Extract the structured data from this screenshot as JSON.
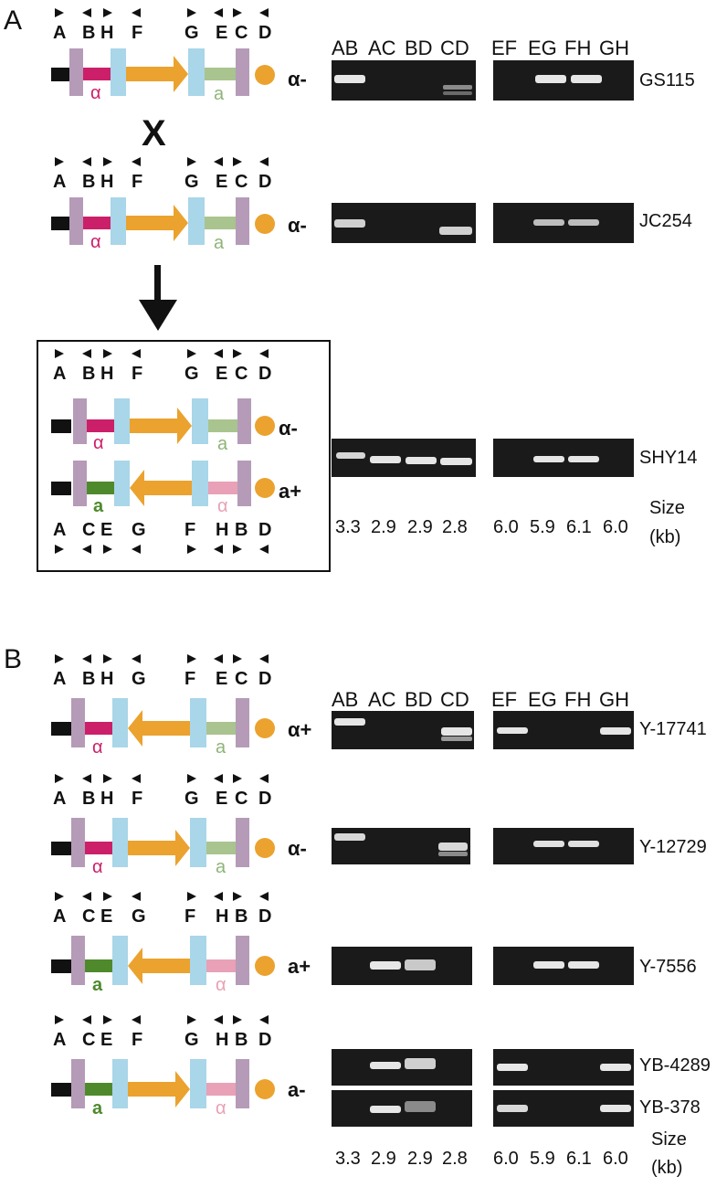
{
  "panels": {
    "A": {
      "label": "A",
      "cross_symbol": "X",
      "diagrams": [
        {
          "primers_top": [
            "A",
            "B",
            "H",
            "F",
            "G",
            "E",
            "C",
            "D"
          ],
          "arrows_top": [
            "r",
            "l",
            "r",
            "l",
            "r",
            "l",
            "r",
            "l"
          ],
          "mat_left": "α",
          "mat_right": "a",
          "orientation": "forward",
          "left_color": "#cc1f6a",
          "right_color": "#a9c48e",
          "mating_type": "α-"
        },
        {
          "primers_top": [
            "A",
            "B",
            "H",
            "F",
            "G",
            "E",
            "C",
            "D"
          ],
          "arrows_top": [
            "r",
            "l",
            "r",
            "l",
            "r",
            "l",
            "r",
            "l"
          ],
          "mat_left": "α",
          "mat_right": "a",
          "orientation": "forward",
          "left_color": "#cc1f6a",
          "right_color": "#a9c48e",
          "mating_type": "α-"
        }
      ],
      "boxed": {
        "primers_top": [
          "A",
          "B",
          "H",
          "F",
          "G",
          "E",
          "C",
          "D"
        ],
        "arrows_top": [
          "r",
          "l",
          "r",
          "l",
          "r",
          "l",
          "r",
          "l"
        ],
        "primers_bottom": [
          "A",
          "C",
          "E",
          "G",
          "F",
          "H",
          "B",
          "D"
        ],
        "arrows_bottom": [
          "r",
          "l",
          "r",
          "l",
          "r",
          "l",
          "r",
          "l"
        ],
        "row1": {
          "mat_left": "α",
          "mat_right": "a",
          "mating_type": "α-"
        },
        "row2": {
          "mat_left": "a",
          "mat_right": "α",
          "mating_type": "a+"
        }
      },
      "lane_headers_left": [
        "AB",
        "AC",
        "BD",
        "CD"
      ],
      "lane_headers_right": [
        "EF",
        "EG",
        "FH",
        "GH"
      ],
      "strains": [
        "GS115",
        "JC254",
        "SHY14"
      ],
      "sizes_left": [
        "3.3",
        "2.9",
        "2.9",
        "2.8"
      ],
      "sizes_right": [
        "6.0",
        "5.9",
        "6.1",
        "6.0"
      ],
      "size_label": "Size",
      "size_unit": "(kb)"
    },
    "B": {
      "label": "B",
      "diagrams": [
        {
          "primers_top": [
            "A",
            "B",
            "H",
            "G",
            "F",
            "E",
            "C",
            "D"
          ],
          "mat_left": "α",
          "mat_right": "a",
          "mating_type": "α+"
        },
        {
          "primers_top": [
            "A",
            "B",
            "H",
            "F",
            "G",
            "E",
            "C",
            "D"
          ],
          "mat_left": "α",
          "mat_right": "a",
          "mating_type": "α-"
        },
        {
          "primers_top": [
            "A",
            "C",
            "E",
            "G",
            "F",
            "H",
            "B",
            "D"
          ],
          "mat_left": "a",
          "mat_right": "α",
          "mating_type": "a+"
        },
        {
          "primers_top": [
            "A",
            "C",
            "E",
            "F",
            "G",
            "H",
            "B",
            "D"
          ],
          "mat_left": "a",
          "mat_right": "α",
          "mating_type": "a-"
        }
      ],
      "lane_headers_left": [
        "AB",
        "AC",
        "BD",
        "CD"
      ],
      "lane_headers_right": [
        "EF",
        "EG",
        "FH",
        "GH"
      ],
      "strains": [
        "Y-17741",
        "Y-12729",
        "Y-7556",
        "YB-4289",
        "YB-378"
      ],
      "sizes_left": [
        "3.3",
        "2.9",
        "2.9",
        "2.8"
      ],
      "sizes_right": [
        "6.0",
        "5.9",
        "6.1",
        "6.0"
      ],
      "size_label": "Size",
      "size_unit": "(kb)"
    }
  },
  "colors": {
    "alpha_magenta": "#cc1f6a",
    "a_light_green": "#a9c48e",
    "a_dark_green": "#4e8a2c",
    "alpha_pink": "#e8a1b6",
    "arrow_orange": "#eba22e",
    "ir_blue": "#a9d6e8",
    "flank_purple": "#b59bb8",
    "gel_bg": "#1a1a1a",
    "band": "#e6e6e6"
  }
}
